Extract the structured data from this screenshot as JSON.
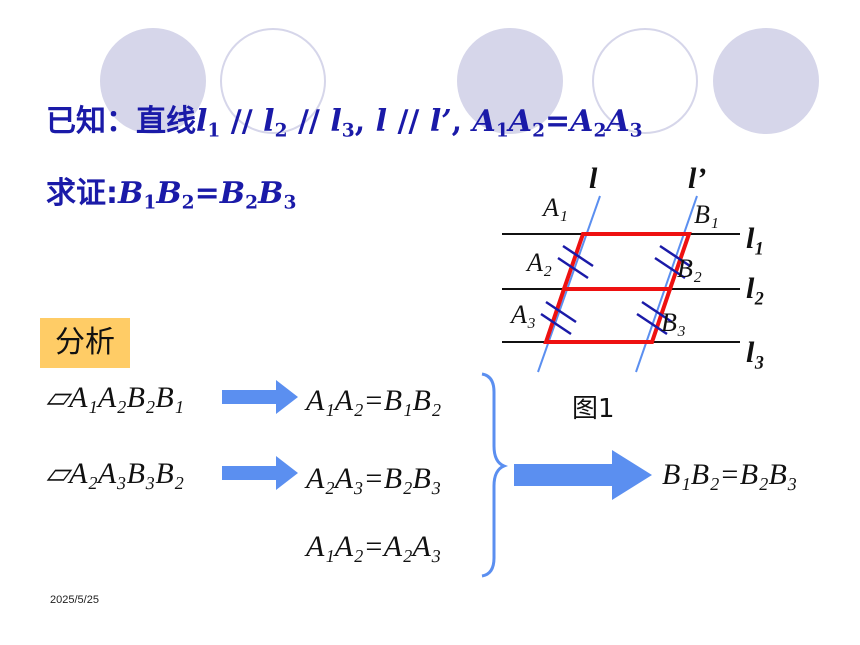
{
  "given": {
    "prefix": "已知：直线",
    "parts": [
      "l",
      "1",
      " // ",
      "l",
      "2",
      " // ",
      "l",
      "3",
      ", ",
      "l",
      " // ",
      "l’",
      ", ",
      "A",
      "1",
      "A",
      "2",
      "=",
      "A",
      "2",
      "A",
      "3"
    ]
  },
  "prove": {
    "prefix": "求证:",
    "parts": [
      "B",
      "1",
      "B",
      "2",
      "=",
      "B",
      "2",
      "B",
      "3"
    ]
  },
  "analysis_label": "分析",
  "rows": [
    {
      "para": "▱A₁A₂B₂B₁",
      "result": "A₁A₂=B₁B₂"
    },
    {
      "para": "▱A₂A₃B₃B₂",
      "result": "A₂A₃=B₂B₃"
    },
    {
      "para": "",
      "result": "A₁A₂=A₂A₃"
    }
  ],
  "conclusion": "B₁B₂=B₂B₃",
  "figure": {
    "caption": "图1",
    "line_l": "l",
    "line_l_prime": "l’",
    "labels_A": [
      "A₁",
      "A₂",
      "A₃"
    ],
    "labels_B": [
      "B₁",
      "B₂",
      "B₃"
    ],
    "labels_lines": [
      "l₁",
      "l₂",
      "l₃"
    ]
  },
  "date": "2025/5/25",
  "colors": {
    "text_blue": "#1a1aa8",
    "arrow": "#5b8ff0",
    "red": "#ee1111",
    "circle": "#d6d6ea",
    "highlight": "#ffcc66"
  }
}
